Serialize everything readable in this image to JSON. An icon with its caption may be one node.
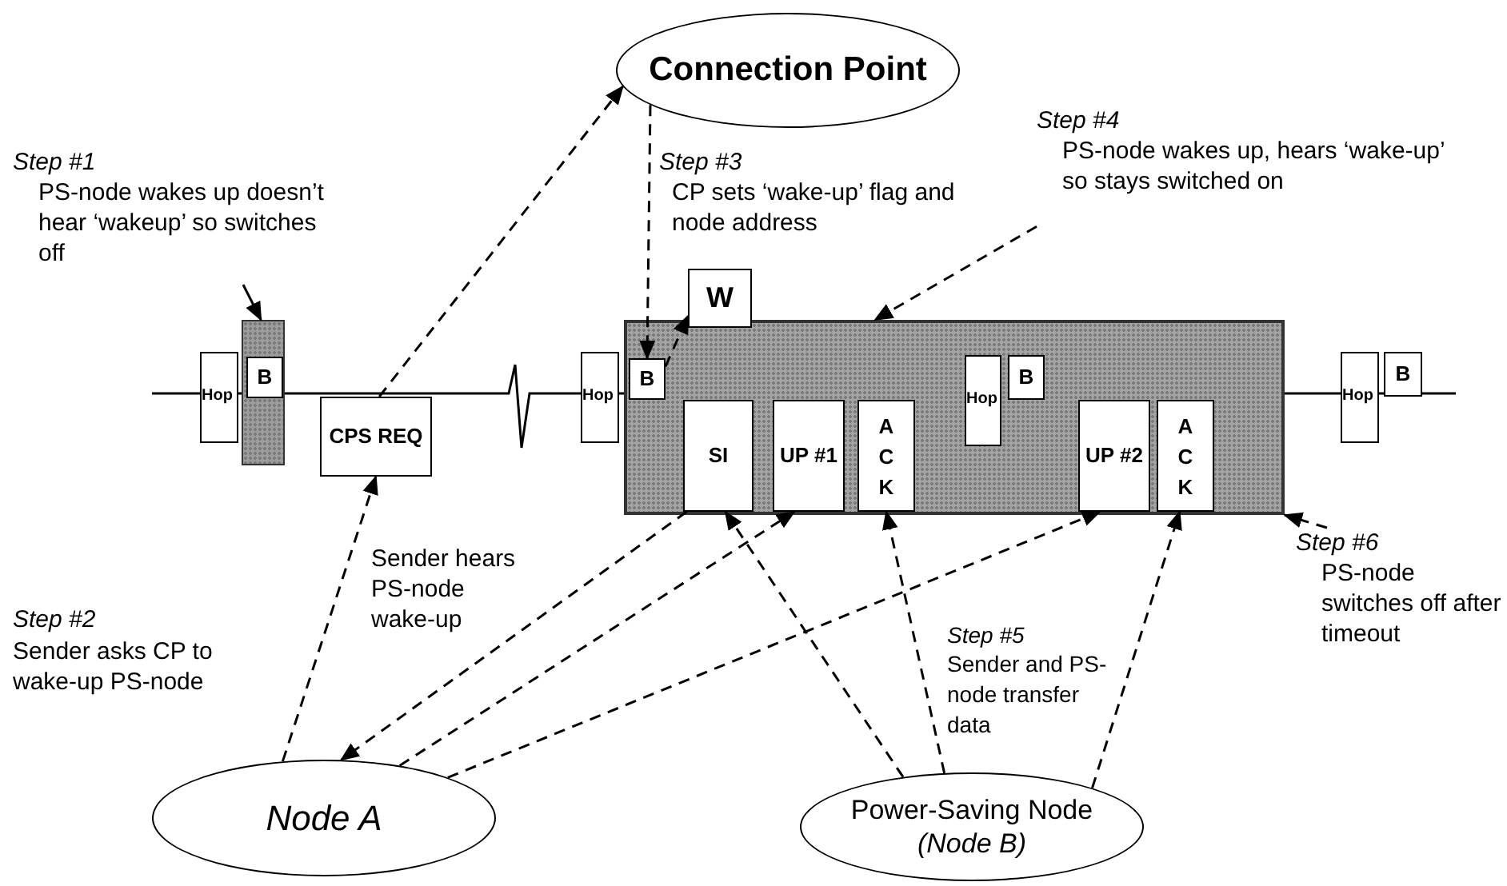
{
  "diagram": {
    "nodes": [
      {
        "text": [
          "Connection Point"
        ]
      },
      {
        "text": [
          "Step #1",
          "PS-node wakes up doesn’t hear ‘wakeup’ so switches off"
        ]
      },
      {
        "text": [
          "Step #4",
          "PS-node wakes up, hears ‘wake-up’ so stays switched on"
        ]
      },
      {
        "text": [
          "Hop"
        ]
      },
      {
        "text": [],
        "shape": "bar"
      },
      {
        "text": [
          "B"
        ],
        "in": 4
      },
      {
        "text": [
          "CPS REQ"
        ]
      },
      {
        "text": [
          "Hop"
        ]
      },
      {
        "text": [],
        "shape": "box"
      },
      {
        "text": [
          "B"
        ],
        "in": 8
      },
      {
        "text": [
          "W"
        ]
      },
      {
        "text": [
          "SI"
        ],
        "in": 8
      },
      {
        "text": [
          "UP #1"
        ],
        "in": 8
      },
      {
        "text": [
          "A C K"
        ],
        "in": 8
      },
      {
        "text": [
          "Hop"
        ],
        "in": 8
      },
      {
        "text": [
          "B"
        ],
        "in": 8
      },
      {
        "text": [
          "UP #2"
        ],
        "in": 8
      },
      {
        "text": [
          "A C K"
        ],
        "in": 8
      },
      {
        "text": [
          "Hop"
        ]
      },
      {
        "text": [
          "B"
        ]
      },
      {
        "text": [
          "Step #6",
          "PS-node switches off after timeout"
        ]
      },
      {
        "text": [
          "Node A"
        ]
      },
      {
        "text": [
          "Power-Saving Node",
          "(Node B)"
        ]
      }
    ],
    "edges": [
      {
        "from": 1,
        "to": 4,
        "arrow": "to"
      },
      {
        "from": 6,
        "to": 0,
        "arrow": "to",
        "style": "dashed"
      },
      {
        "from": 21,
        "to": 6,
        "arrow": "to",
        "style": "dashed"
      },
      {
        "from": 0,
        "to": 9,
        "arrow": "to",
        "style": "dashed"
      },
      {
        "from": 9,
        "to": 10,
        "arrow": "to",
        "style": "dashed"
      },
      {
        "from": 2,
        "to": 8,
        "arrow": "to",
        "style": "dashed"
      },
      {
        "from": 11,
        "to": 21,
        "arrow": "to",
        "style": "dashed"
      },
      {
        "from": 21,
        "to": 12,
        "arrow": "to",
        "style": "dashed"
      },
      {
        "from": 21,
        "to": 16,
        "arrow": "to",
        "style": "dashed"
      },
      {
        "from": 22,
        "to": 11,
        "arrow": "to",
        "style": "dashed"
      },
      {
        "from": 22,
        "to": 13,
        "arrow": "to",
        "style": "dashed"
      },
      {
        "from": 22,
        "to": 17,
        "arrow": "to",
        "style": "dashed"
      },
      {
        "from": 20,
        "to": 8,
        "arrow": "to",
        "style": "dashed"
      }
    ],
    "labels": [
      "Step #2",
      "Sender asks CP to wake-up PS-node",
      "Step #3",
      "CP sets ‘wake-up’ flag and node address",
      "Sender hears PS-node wake-up",
      "Step #5",
      "Sender and PS-node transfer data"
    ]
  }
}
